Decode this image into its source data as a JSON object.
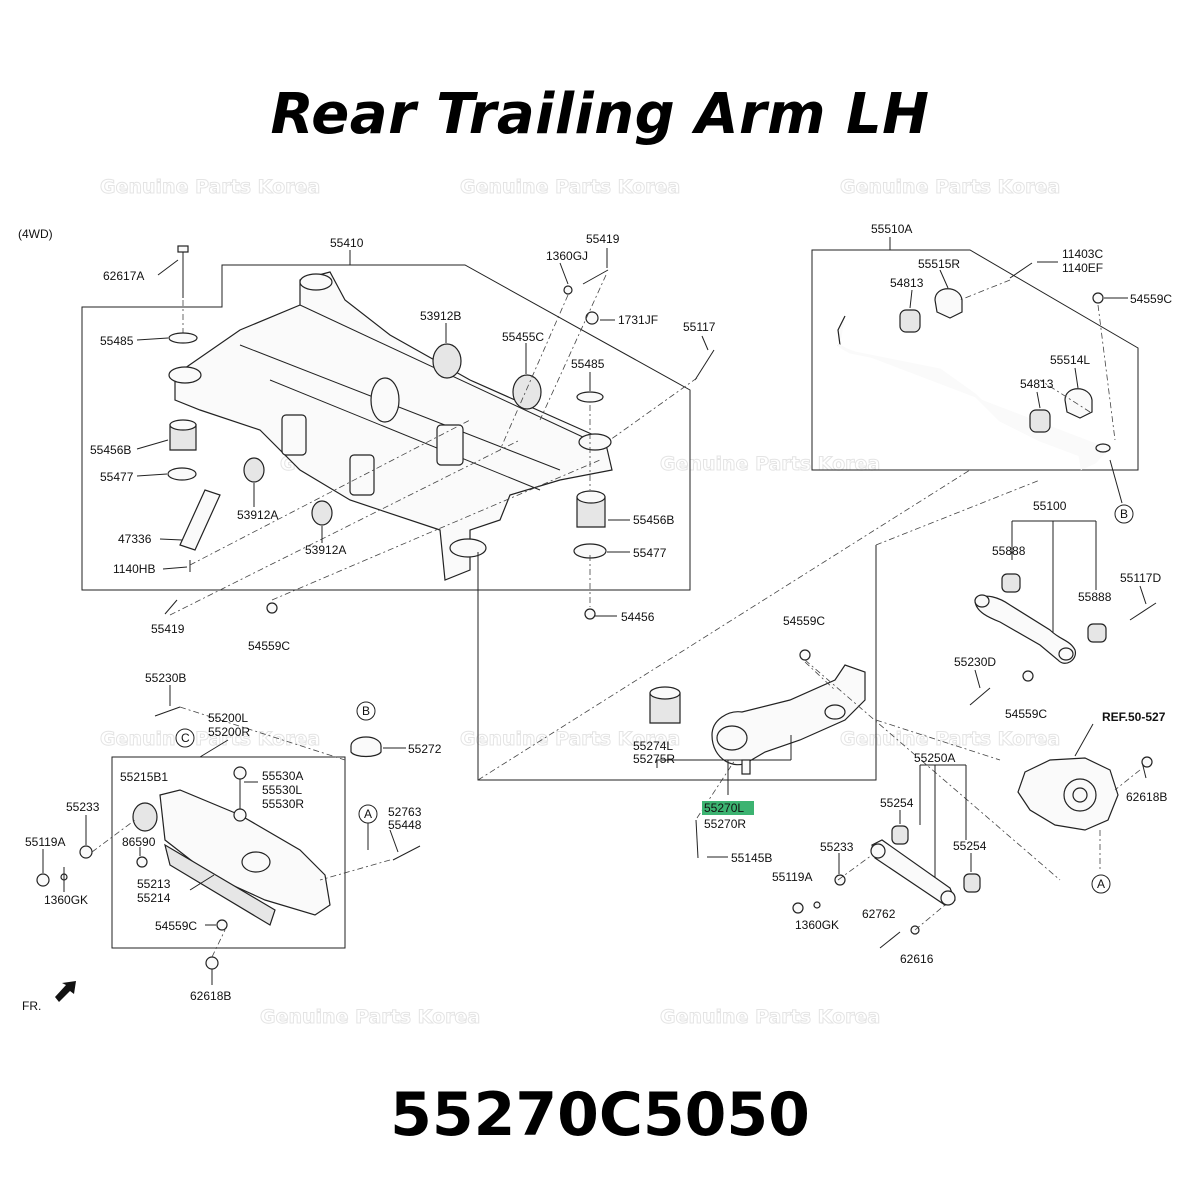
{
  "title": "Rear Trailing Arm LH",
  "part_number": "55270C5050",
  "watermark": "Genuine Parts Korea",
  "variant_note": "(4WD)",
  "front_label": "FR.",
  "highlight_color": "#3cb371",
  "labels": {
    "l62617A": "62617A",
    "l55410": "55410",
    "l1360GJ": "1360GJ",
    "l55419a": "55419",
    "l1731JF": "1731JF",
    "l55117": "55117",
    "l55485a": "55485",
    "l53912B": "53912B",
    "l55455C": "55455C",
    "l55485b": "55485",
    "l55456Ba": "55456B",
    "l55477a": "55477",
    "l53912Aa": "53912A",
    "l47336": "47336",
    "l53912Ab": "53912A",
    "l1140HB": "1140HB",
    "l55456Bb": "55456B",
    "l55477b": "55477",
    "l55419b": "55419",
    "l54559Ca": "54559C",
    "l54456": "54456",
    "l55510A": "55510A",
    "l55515R": "55515R",
    "l11403C": "11403C",
    "l1140EF": "1140EF",
    "l54813a": "54813",
    "l54559Cb": "54559C",
    "l55514L": "55514L",
    "l54813b": "54813",
    "lB1": "B",
    "l55100": "55100",
    "l55888a": "55888",
    "l55117D": "55117D",
    "l55888b": "55888",
    "l54559Cc": "54559C",
    "l55230D": "55230D",
    "l54559Cd": "54559C",
    "lREF": "REF.50-527",
    "l62618Ba": "62618B",
    "lA1": "A",
    "l55274L": "55274L",
    "l55275R": "55275R",
    "l55270L": "55270L",
    "l55270R": "55270R",
    "l55145B": "55145B",
    "l55250A": "55250A",
    "l55254a": "55254",
    "l55233b": "55233",
    "l55254b": "55254",
    "l55119Ab": "55119A",
    "l1360GKb": "1360GK",
    "l62762": "62762",
    "l62616": "62616",
    "l55230B": "55230B",
    "l55200L": "55200L",
    "l55200R": "55200R",
    "lC": "C",
    "lB2": "B",
    "l55272": "55272",
    "l55215B1": "55215B1",
    "l55530A": "55530A",
    "l55530L": "55530L",
    "l55530R": "55530R",
    "l55233a": "55233",
    "l52763": "52763",
    "l55448": "55448",
    "lA2": "A",
    "l55119Aa": "55119A",
    "l86590": "86590",
    "l1360GKa": "1360GK",
    "l55213": "55213",
    "l55214": "55214",
    "l54559Ce": "54559C",
    "l62618Bb": "62618B"
  }
}
